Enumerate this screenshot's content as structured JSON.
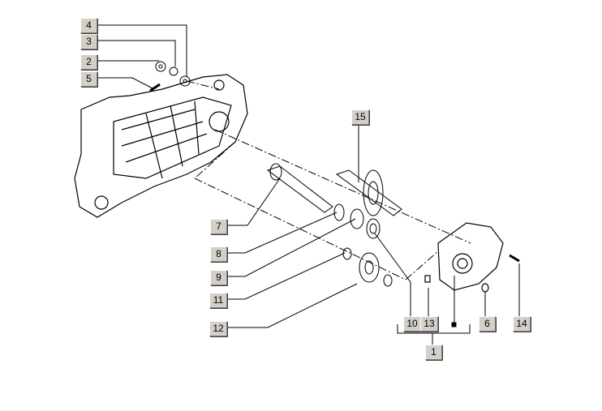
{
  "callouts": [
    {
      "id": "4",
      "label": "4"
    },
    {
      "id": "3",
      "label": "3"
    },
    {
      "id": "2",
      "label": "2"
    },
    {
      "id": "5",
      "label": "5"
    },
    {
      "id": "15",
      "label": "15"
    },
    {
      "id": "7",
      "label": "7"
    },
    {
      "id": "8",
      "label": "8"
    },
    {
      "id": "9",
      "label": "9"
    },
    {
      "id": "11",
      "label": "11"
    },
    {
      "id": "12",
      "label": "12"
    },
    {
      "id": "10",
      "label": "10"
    },
    {
      "id": "13",
      "label": "13"
    },
    {
      "id": "6",
      "label": "6"
    },
    {
      "id": "14",
      "label": "14"
    },
    {
      "id": "1",
      "label": "1"
    }
  ]
}
